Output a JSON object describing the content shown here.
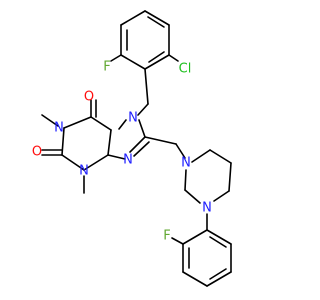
{
  "colors": {
    "background": "#ffffff",
    "bond": "#000000",
    "N": "#1f1fff",
    "O": "#ff0d0d",
    "F": "#61a832",
    "Cl": "#1fbf1f"
  },
  "labels": {
    "n7": "N",
    "n9": "N",
    "n1": "N",
    "n3": "N",
    "o6": "O",
    "o2": "O",
    "f_top": "F",
    "cl": "Cl",
    "pip_n_top": "N",
    "pip_n_bottom": "N",
    "f_bottom": "F"
  }
}
